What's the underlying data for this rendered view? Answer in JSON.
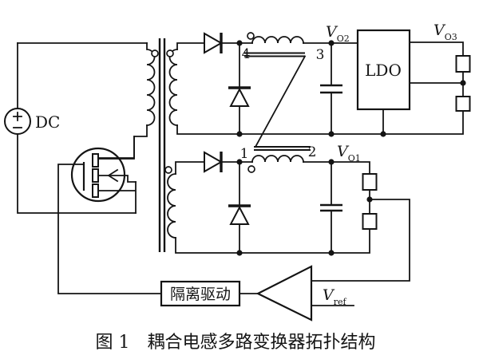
{
  "figure": {
    "caption": "图 1　耦合电感多路变换器拓扑结构"
  },
  "labels": {
    "dc_source": "DC",
    "ldo_block": "LDO",
    "driver_block": "隔离驱动",
    "terminal_4": "4",
    "terminal_3": "3",
    "terminal_1": "1",
    "terminal_2": "2",
    "v_o2": {
      "main": "V",
      "sub": "O2"
    },
    "v_o3": {
      "main": "V",
      "sub": "O3"
    },
    "v_o1": {
      "main": "V",
      "sub": "O1"
    },
    "v_ref": {
      "main": "V",
      "sub": "ref"
    }
  },
  "colors": {
    "ink": "#141414",
    "background": "#ffffff"
  }
}
